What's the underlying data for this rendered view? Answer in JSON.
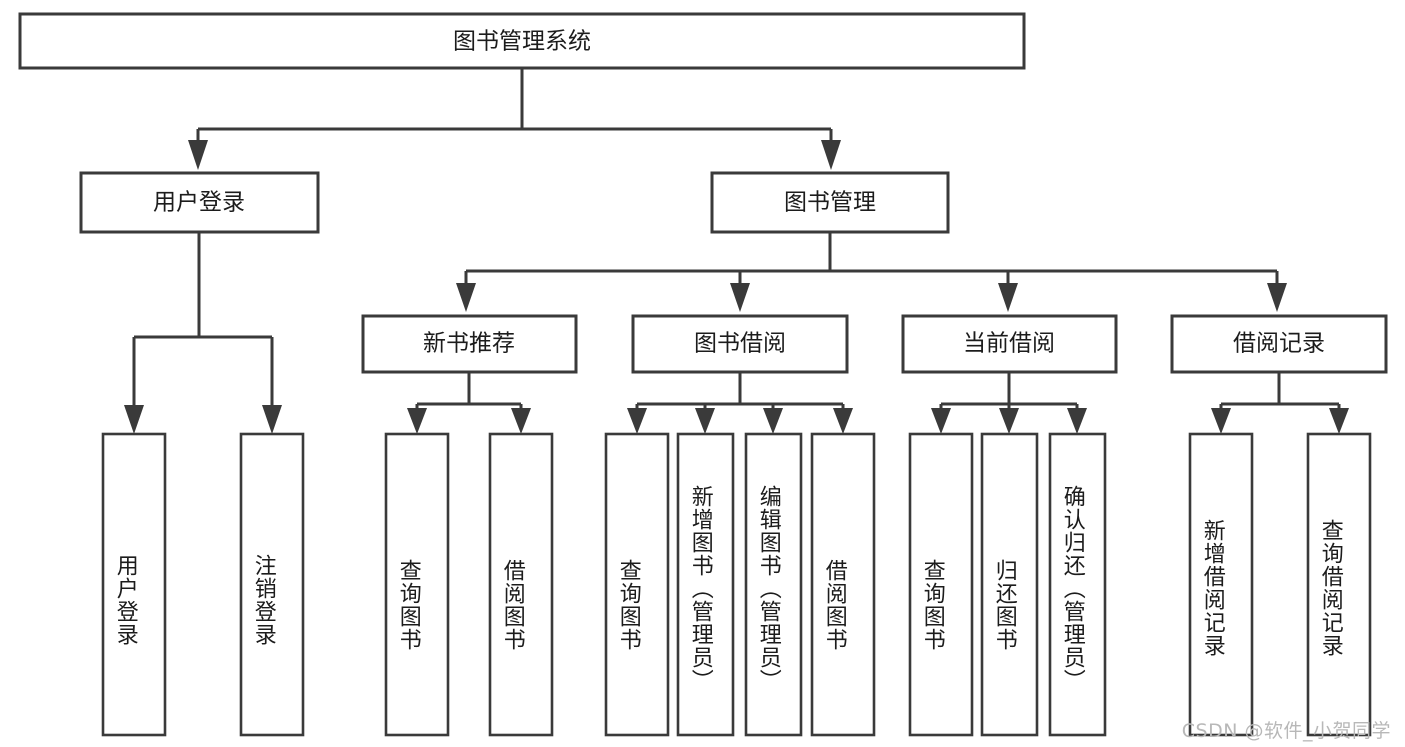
{
  "diagram": {
    "title": "图书管理系统",
    "type": "tree-hierarchy",
    "root": {
      "id": "root",
      "label": "图书管理系统",
      "orientation": "horizontal"
    },
    "level2": [
      {
        "id": "user-login",
        "label": "用户登录",
        "orientation": "horizontal"
      },
      {
        "id": "book-manage",
        "label": "图书管理",
        "orientation": "horizontal"
      }
    ],
    "level3": [
      {
        "id": "new-book-rec",
        "label": "新书推荐",
        "orientation": "horizontal",
        "parent": "book-manage"
      },
      {
        "id": "book-borrow",
        "label": "图书借阅",
        "orientation": "horizontal",
        "parent": "book-manage"
      },
      {
        "id": "current-borrow",
        "label": "当前借阅",
        "orientation": "horizontal",
        "parent": "book-manage"
      },
      {
        "id": "borrow-record",
        "label": "借阅记录",
        "orientation": "horizontal",
        "parent": "book-manage"
      }
    ],
    "leaves": [
      {
        "id": "leaf-user-login",
        "label": "用户登录",
        "orientation": "vertical",
        "parent": "user-login"
      },
      {
        "id": "leaf-user-logout",
        "label": "注销登录",
        "orientation": "vertical",
        "parent": "user-login"
      },
      {
        "id": "leaf-query-book-1",
        "label": "查询图书",
        "orientation": "vertical",
        "parent": "new-book-rec"
      },
      {
        "id": "leaf-borrow-book-1",
        "label": "借阅图书",
        "orientation": "vertical",
        "parent": "new-book-rec"
      },
      {
        "id": "leaf-query-book-2",
        "label": "查询图书",
        "orientation": "vertical",
        "parent": "book-borrow"
      },
      {
        "id": "leaf-add-book",
        "label": "新增图书（管理员）",
        "orientation": "vertical",
        "parent": "book-borrow"
      },
      {
        "id": "leaf-edit-book",
        "label": "编辑图书（管理员）",
        "orientation": "vertical",
        "parent": "book-borrow"
      },
      {
        "id": "leaf-borrow-book-2",
        "label": "借阅图书",
        "orientation": "vertical",
        "parent": "book-borrow"
      },
      {
        "id": "leaf-query-book-3",
        "label": "查询图书",
        "orientation": "vertical",
        "parent": "current-borrow"
      },
      {
        "id": "leaf-return-book",
        "label": "归还图书",
        "orientation": "vertical",
        "parent": "current-borrow"
      },
      {
        "id": "leaf-confirm-return",
        "label": "确认归还（管理员）",
        "orientation": "vertical",
        "parent": "current-borrow"
      },
      {
        "id": "leaf-add-record",
        "label": "新增借阅记录",
        "orientation": "vertical",
        "parent": "borrow-record"
      },
      {
        "id": "leaf-query-record",
        "label": "查询借阅记录",
        "orientation": "vertical",
        "parent": "borrow-record"
      }
    ],
    "colors": {
      "stroke": "#3a3a3a",
      "fill": "#ffffff",
      "text": "#1c1c1c",
      "watermark": "#b8b8b8"
    }
  },
  "watermark": {
    "text": "CSDN @软件_小贺同学"
  }
}
